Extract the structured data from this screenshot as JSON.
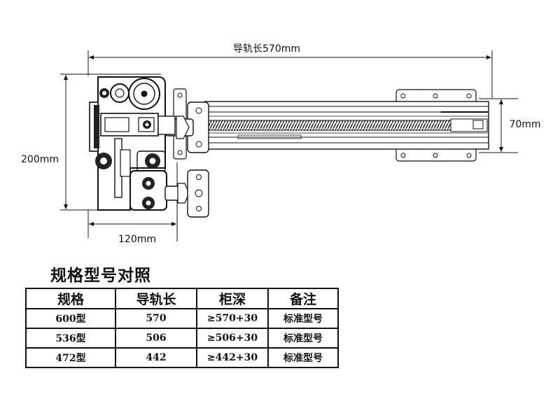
{
  "dimensions": {
    "rail_length": "导轨长570mm",
    "height": "200mm",
    "width": "70mm",
    "depth": "120mm"
  },
  "table": {
    "title": "规格型号对照",
    "headers": [
      "规格",
      "导轨长",
      "柜深",
      "备注"
    ],
    "rows": [
      [
        "600型",
        "570",
        "≥570+30",
        "标准型号"
      ],
      [
        "536型",
        "506",
        "≥506+30",
        "标准型号"
      ],
      [
        "472型",
        "442",
        "≥442+30",
        "标准型号"
      ]
    ]
  }
}
